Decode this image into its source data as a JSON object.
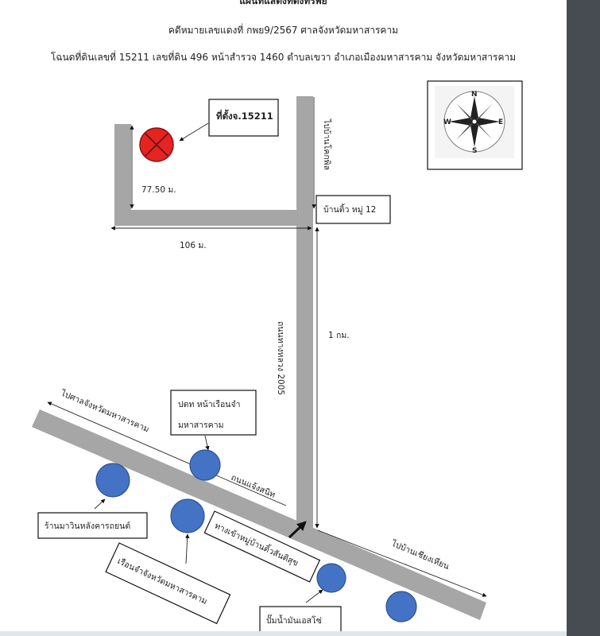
{
  "header": {
    "title": "แผนที่แสดงที่ตั้งทรัพย์",
    "case_line": "คดีหมายเลขแดงที่ กพย9/2567 ศาลจังหวัดมหาสารคาม",
    "deed_line": "โฉนดที่ดินเลขที่ 15211 เลขที่ดิน 496  หน้าสำรวจ 1460 ตำบลเขวา  อำเภอเมืองมหาสารคาม จังหวัดมหาสารคาม"
  },
  "labels": {
    "site": "ที่ตั้งจ.15211",
    "dist_7750": "77.50 ม.",
    "dist_106": "106 ม.",
    "dist_1km": "1 กม.",
    "to_top": "ไปบ้านโคกพิล",
    "village": "บ้านติ้ว หมู่ 12",
    "road_2005": "ถนนทางหลวง 2005",
    "to_court": "ไปศาลจังหวัดมหาสารคาม",
    "main_road": "ถนนแจ้งสนิท",
    "to_right": "ไปบ้านเชียงเหียน",
    "prison_line1": "ปตท หน้าเรือนจำ",
    "prison_line2": "มหาสารคาม",
    "shop": "ร้านมาวินหลังคารถยนต์",
    "junction": "ทางเข้าหมู่บ้านติ้วสันติสุข",
    "jail": "เรือนจำจังหวัดมหาสารคาม",
    "gas": "ปั๊มน้ำมันเอสโซ่"
  },
  "compass": {
    "n": "N",
    "e": "E",
    "s": "S",
    "w": "W"
  },
  "colors": {
    "road": "#a6a6a6",
    "site_marker": "#e52421",
    "landmark": "#4472c4",
    "gutter": "#474c52"
  },
  "icons": {
    "site_marker": "red-crossed-circle-icon",
    "compass": "compass-rose-icon",
    "landmark": "blue-circle-icon"
  }
}
